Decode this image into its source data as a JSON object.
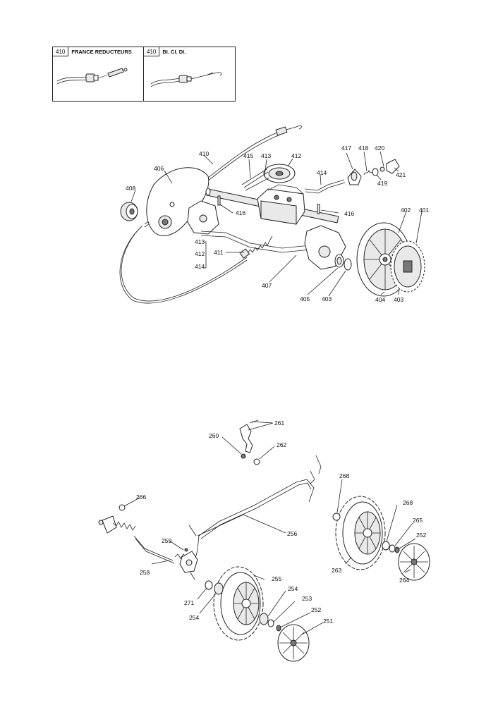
{
  "legend": [
    {
      "code": "410",
      "name": "FRANCE REDUCTEURS"
    },
    {
      "code": "410",
      "name": "BI. CI. DI."
    }
  ],
  "upper_labels": {
    "l410": "410",
    "l406": "406",
    "l408": "408",
    "l415": "415",
    "l413": "413",
    "l412": "412",
    "l414": "414",
    "l417": "417",
    "l418": "418",
    "l420": "420",
    "l421": "421",
    "l419": "419",
    "l416a": "416",
    "l416b": "416",
    "l402": "402",
    "l401": "401",
    "l413b": "413",
    "l412b": "412",
    "l411": "411",
    "l414b": "414",
    "l407": "407",
    "l405": "405",
    "l403a": "403",
    "l404": "404",
    "l403b": "403"
  },
  "lower_labels": {
    "l261": "261",
    "l260": "260",
    "l262": "262",
    "l268a": "268",
    "l268b": "268",
    "l266": "266",
    "l256": "256",
    "l265": "265",
    "l252a": "252",
    "l259": "259",
    "l258": "258",
    "l263": "263",
    "l264": "264",
    "l255": "255",
    "l254a": "254",
    "l271": "271",
    "l253": "253",
    "l254b": "254",
    "l252b": "252",
    "l251": "251"
  }
}
